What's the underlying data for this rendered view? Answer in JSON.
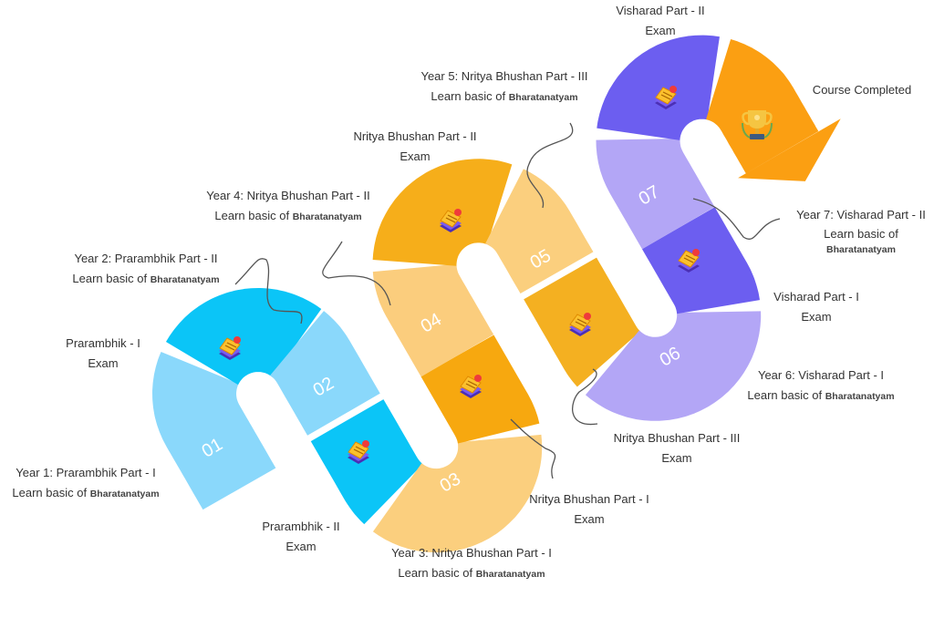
{
  "steps": [
    {
      "number": "01",
      "title": "Year 1: Prarambhik Part - I",
      "learn": "Learn basic of",
      "subject": "Bharatanatyam",
      "color": "#8ad8fb"
    },
    {
      "exam": "Prarambhik - I",
      "exam_label": "Exam",
      "color": "#0bc5f7"
    },
    {
      "number": "02",
      "title": "Year 2: Prarambhik Part - II",
      "learn": "Learn basic of",
      "subject": "Bharatanatyam",
      "color": "#8ad8fb"
    },
    {
      "exam": "Prarambhik - II",
      "exam_label": "Exam",
      "color": "#0bc5f7"
    },
    {
      "number": "03",
      "title": "Year 3: Nritya Bhushan Part - I",
      "learn": "Learn basic of",
      "subject": "Bharatanatyam",
      "color": "#fbcf7e"
    },
    {
      "exam": "Nritya Bhushan Part - I",
      "exam_label": "Exam",
      "color": "#f7a80f"
    },
    {
      "number": "04",
      "title": "Year 4: Nritya Bhushan Part - II",
      "learn": "Learn basic of",
      "subject": "Bharatanatyam",
      "color": "#fbcd7d"
    },
    {
      "exam": "Nritya Bhushan Part - II",
      "exam_label": "Exam",
      "color": "#f6ae1a"
    },
    {
      "number": "05",
      "title": "Year 5: Nritya Bhushan Part - III",
      "learn": "Learn basic of",
      "subject": "Bharatanatyam",
      "color": "#fbcf7e"
    },
    {
      "exam": "Nritya Bhushan Part - III",
      "exam_label": "Exam",
      "color": "#f4b021"
    },
    {
      "number": "06",
      "title": "Year 6: Visharad Part - I",
      "learn": "Learn basic of",
      "subject": "Bharatanatyam",
      "color": "#b3a6f6"
    },
    {
      "exam": "Visharad Part - I",
      "exam_label": "Exam",
      "color": "#6c5ef0"
    },
    {
      "number": "07",
      "title": "Year 7: Visharad Part - II",
      "learn": "Learn basic of",
      "subject": "Bharatanatyam",
      "color": "#b3a6f6"
    },
    {
      "exam": "Visharad Part - II",
      "exam_label": "Exam",
      "color": "#6c5ef0"
    }
  ],
  "final": {
    "label": "Course Completed",
    "color": "#fb9f12",
    "icon": "trophy-icon"
  },
  "icons": {
    "exam": "exam-book-icon"
  }
}
